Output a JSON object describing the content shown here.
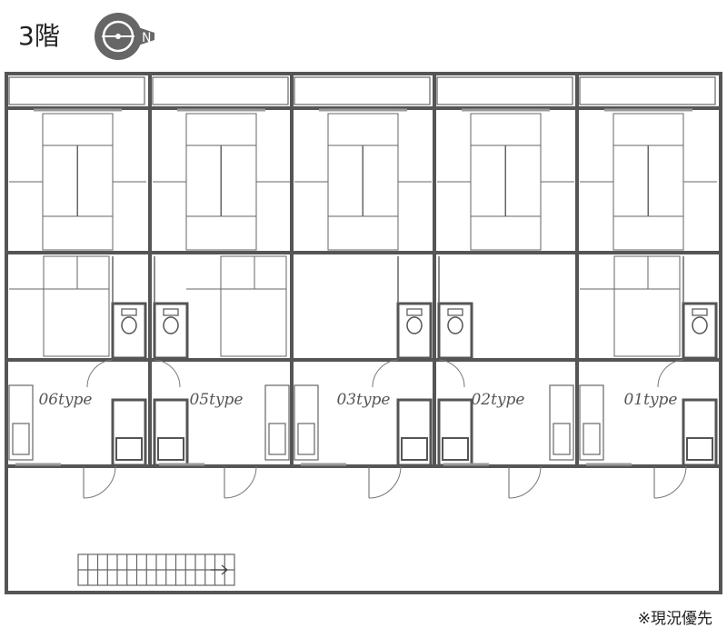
{
  "floor_label": "3階",
  "footnote": "※現況優先",
  "compass": {
    "north_letter": "N",
    "color": "#666666"
  },
  "units": [
    {
      "label": "06type"
    },
    {
      "label": "05type"
    },
    {
      "label": "03type"
    },
    {
      "label": "02type"
    },
    {
      "label": "01type"
    }
  ],
  "colors": {
    "wall": "#555555",
    "line": "#666666"
  }
}
